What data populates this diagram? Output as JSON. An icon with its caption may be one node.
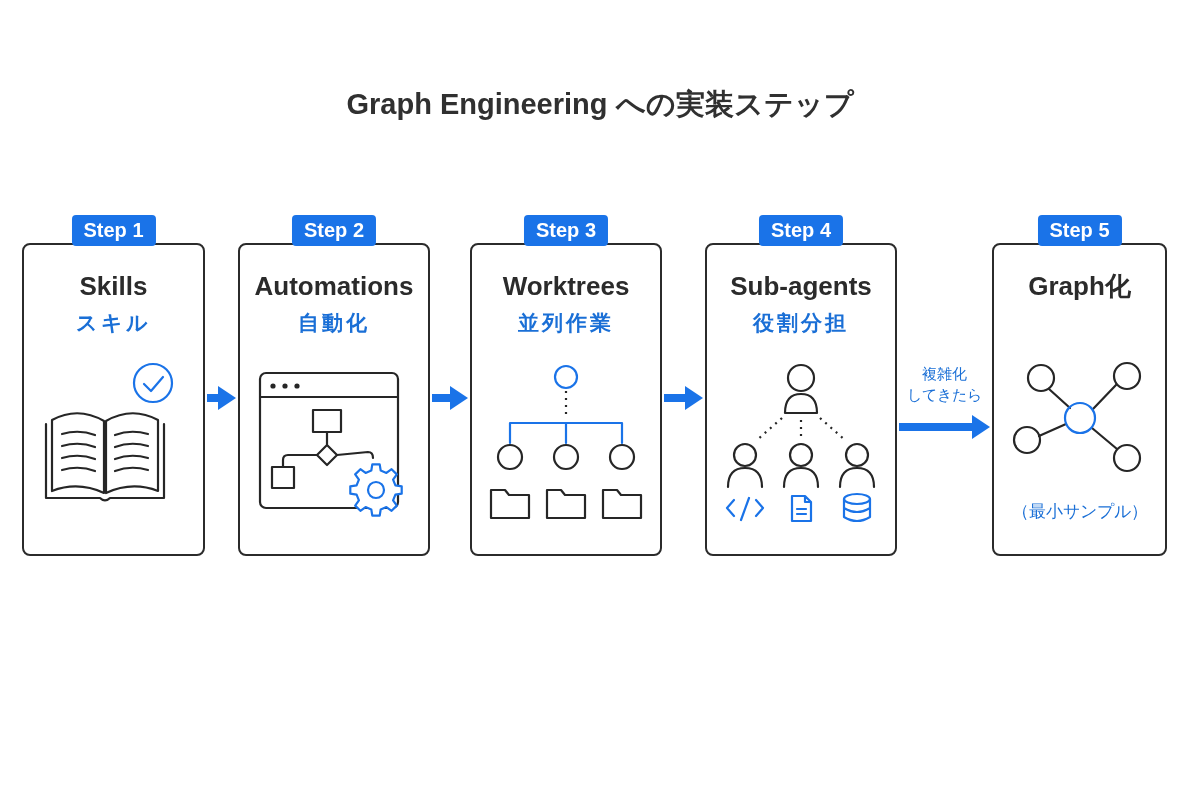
{
  "diagram": {
    "title": "Graph Engineering への実装ステップ",
    "nodes": [
      {
        "text": [
          "Step 1",
          "Skills",
          "スキル"
        ]
      },
      {
        "text": [
          "Step 2",
          "Automations",
          "自動化"
        ]
      },
      {
        "text": [
          "Step 3",
          "Worktrees",
          "並列作業"
        ]
      },
      {
        "text": [
          "Step 4",
          "Sub-agents",
          "役割分担"
        ]
      },
      {
        "text": [
          "Step 5",
          "Graph化",
          "（最小サンプル）"
        ]
      }
    ],
    "edges": [
      {
        "from": 0,
        "to": 1,
        "arrow": "to"
      },
      {
        "from": 1,
        "to": 2,
        "arrow": "to"
      },
      {
        "from": 2,
        "to": 3,
        "arrow": "to"
      },
      {
        "from": 3,
        "to": 4,
        "arrow": "to",
        "label": "複雑化してきたら"
      }
    ]
  }
}
